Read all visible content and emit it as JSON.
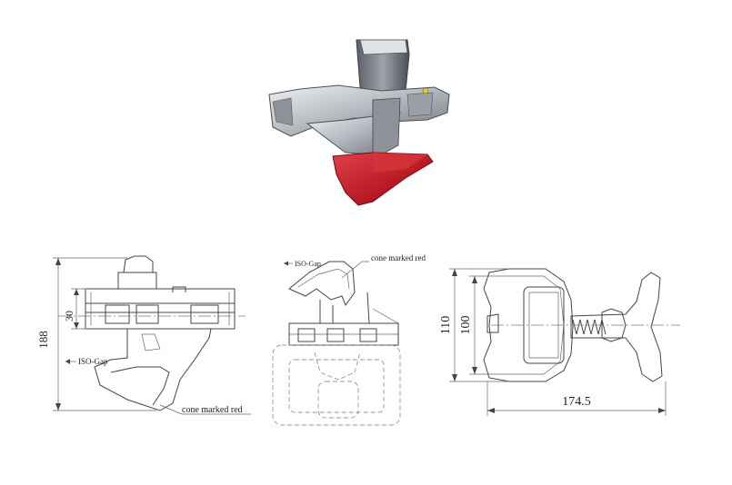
{
  "colors": {
    "cone_red": "#c8202a",
    "metal": "#b9bec4",
    "line": "#444444"
  },
  "render": {
    "subject": "twistlock with red cone",
    "icon": "twistlock-3d-render"
  },
  "drawings": {
    "side_view": {
      "dimension_overall_height": "188",
      "dimension_flange": "30",
      "iso_gap_label": "ISO-Gap",
      "cone_label": "cone marked red"
    },
    "front_view": {
      "iso_gap_label": "ISO-Gap",
      "cone_label": "cone marked red"
    },
    "top_view": {
      "dimension_outer": "110",
      "dimension_inner": "100",
      "dimension_length": "174.5"
    }
  }
}
